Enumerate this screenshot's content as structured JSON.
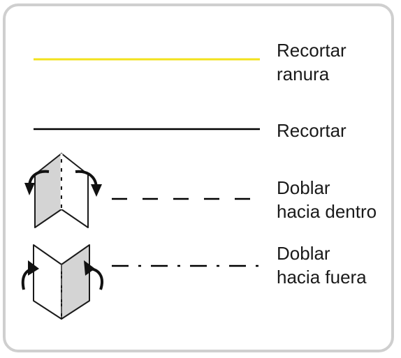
{
  "legend": {
    "items": [
      {
        "label": "Recortar\nranura",
        "line_style": "solid",
        "color": "#f2e21c",
        "icon": null
      },
      {
        "label": "Recortar",
        "line_style": "solid",
        "color": "#000000",
        "icon": null
      },
      {
        "label": "Doblar\nhacia dentro",
        "line_style": "dashed",
        "color": "#000000",
        "icon": "fold-inward-icon"
      },
      {
        "label": "Doblar\nhacia fuera",
        "line_style": "dash-dot",
        "color": "#000000",
        "icon": "fold-outward-icon"
      }
    ]
  }
}
